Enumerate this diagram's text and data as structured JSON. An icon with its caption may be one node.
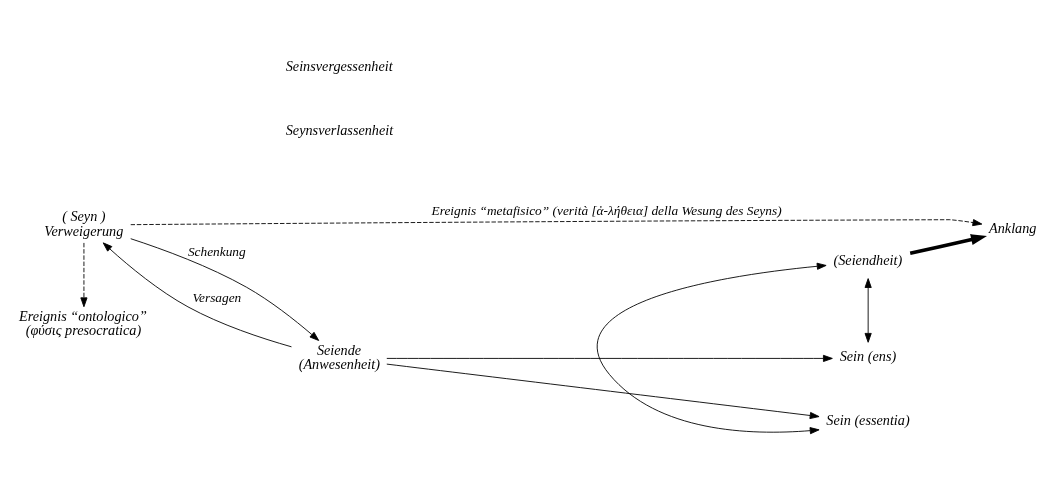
{
  "diagram": {
    "nodes": [
      {
        "text": [
          "( Seyn )",
          "Verweigerung"
        ]
      },
      {
        "text": [
          "Seiende",
          "(Anwesenheit)"
        ]
      },
      {
        "text": [
          "Sein (ens)"
        ]
      },
      {
        "text": [
          "(Seiendheit)"
        ]
      },
      {
        "text": [
          "Sein (essentia)"
        ]
      },
      {
        "text": [
          "Anklang"
        ]
      },
      {
        "text": [
          "Ereignis “ontologico”",
          "(φύσις presocratica)"
        ]
      }
    ],
    "edges": [
      {
        "from": 1,
        "to": 0,
        "arrow": "to",
        "label": "Versagen"
      },
      {
        "from": 0,
        "to": 1,
        "arrow": "to",
        "label": "Schenkung"
      },
      {
        "from": 1,
        "to": 2,
        "arrow": "to"
      },
      {
        "from": 1,
        "to": 4,
        "arrow": "to"
      },
      {
        "from": 2,
        "to": 3,
        "arrow": "both"
      },
      {
        "from": 3,
        "to": 4,
        "arrow": "both"
      },
      {
        "from": 3,
        "to": 5,
        "arrow": "to",
        "style": "thick"
      },
      {
        "from": 0,
        "to": 6,
        "arrow": "to",
        "style": "dashed"
      },
      {
        "from": 0,
        "to": 5,
        "arrow": "to",
        "style": "dashed",
        "label": "Ereignis “metafisico” (verità [ἀ-λήθεια] della Wesung des Seyns)"
      }
    ],
    "labels": [
      "Seynsverlassenheit",
      "Seinsvergessenheit"
    ]
  }
}
